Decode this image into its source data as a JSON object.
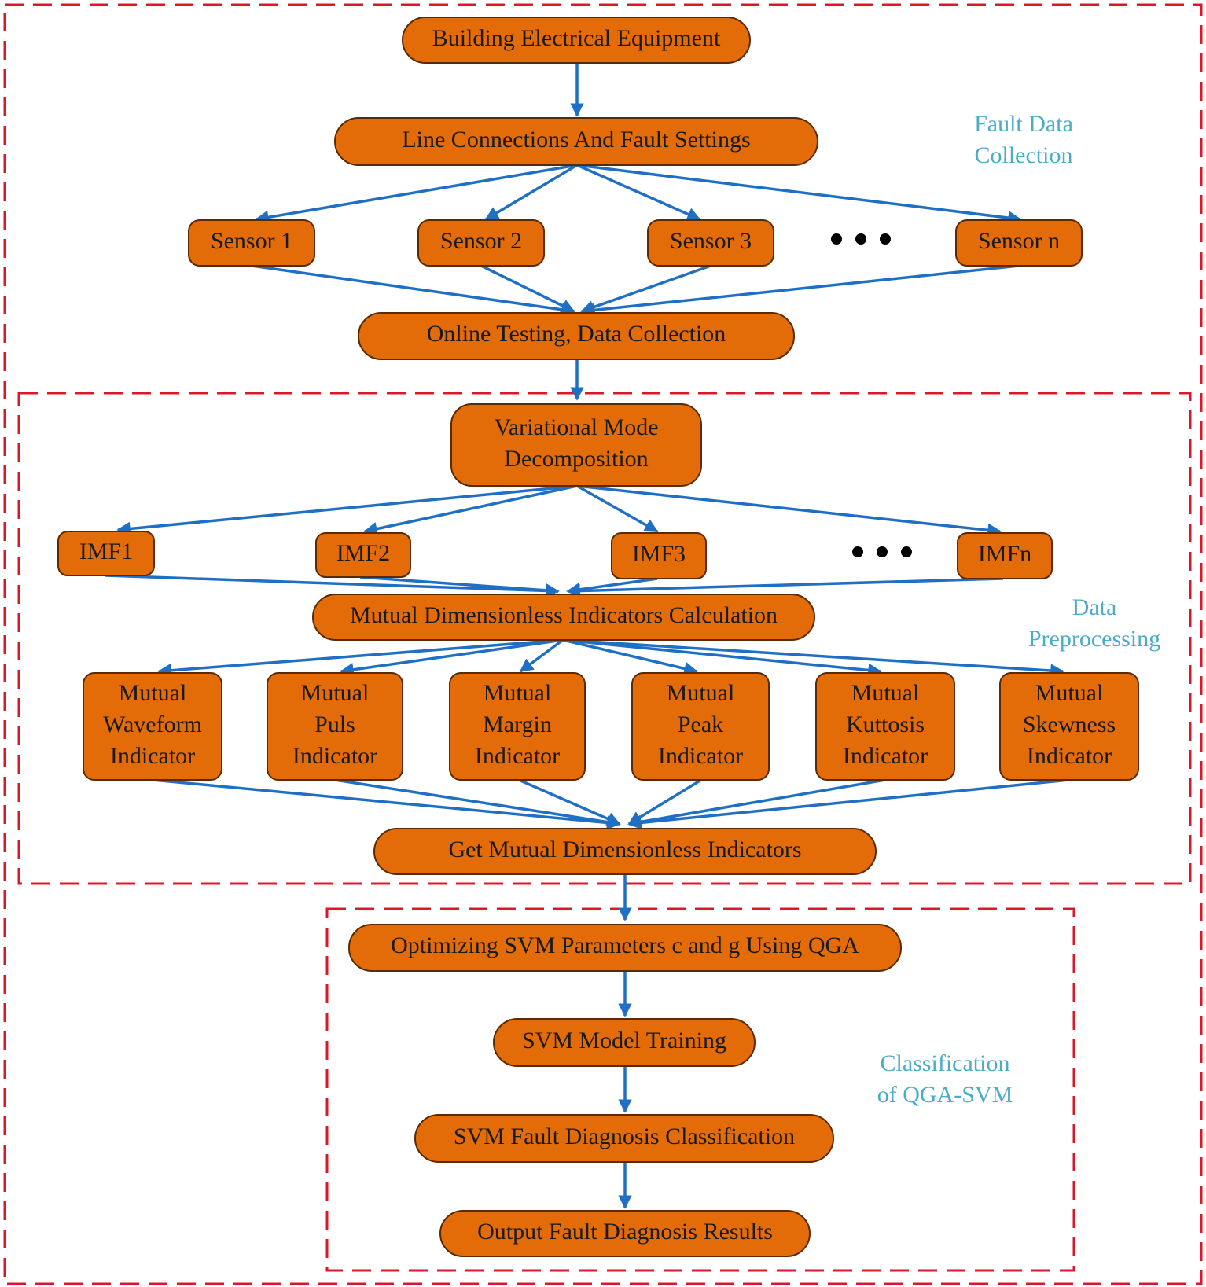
{
  "colors": {
    "node_fill": "#e36c09",
    "node_border": "#5a2a05",
    "arrow": "#1f6fc5",
    "frame": "#d9182a",
    "group_label": "#4bacc6"
  },
  "groups": {
    "collection": [
      "Fault Data",
      "Collection"
    ],
    "preprocessing": [
      "Data",
      "Preprocessing"
    ],
    "classification": [
      "Classification",
      "of QGA-SVM"
    ]
  },
  "nodes": {
    "equipment": [
      "Building Electrical Equipment"
    ],
    "line": [
      "Line Connections And Fault Settings"
    ],
    "sensor1": [
      "Sensor 1"
    ],
    "sensor2": [
      "Sensor 2"
    ],
    "sensor3": [
      "Sensor 3"
    ],
    "sensorn": [
      "Sensor n"
    ],
    "online": [
      "Online Testing, Data Collection"
    ],
    "vmd": [
      "Variational Mode",
      "Decomposition"
    ],
    "imf1": [
      "IMF1"
    ],
    "imf2": [
      "IMF2"
    ],
    "imf3": [
      "IMF3"
    ],
    "imfn": [
      "IMFn"
    ],
    "mdic": [
      "Mutual Dimensionless Indicators Calculation"
    ],
    "waveform": [
      "Mutual",
      "Waveform",
      "Indicator"
    ],
    "puls": [
      "Mutual",
      "Puls",
      "Indicator"
    ],
    "margin": [
      "Mutual",
      "Margin",
      "Indicator"
    ],
    "peak": [
      "Mutual",
      "Peak",
      "Indicator"
    ],
    "kurtosis": [
      "Mutual",
      "Kuttosis",
      "Indicator"
    ],
    "skewness": [
      "Mutual",
      "Skewness",
      "Indicator"
    ],
    "getmdi": [
      "Get Mutual Dimensionless Indicators"
    ],
    "qga": [
      "Optimizing SVM Parameters c and g Using QGA"
    ],
    "training": [
      "SVM Model Training"
    ],
    "classify": [
      "SVM Fault Diagnosis Classification"
    ],
    "output": [
      "Output Fault Diagnosis Results"
    ]
  },
  "ellipsis_count": 2
}
